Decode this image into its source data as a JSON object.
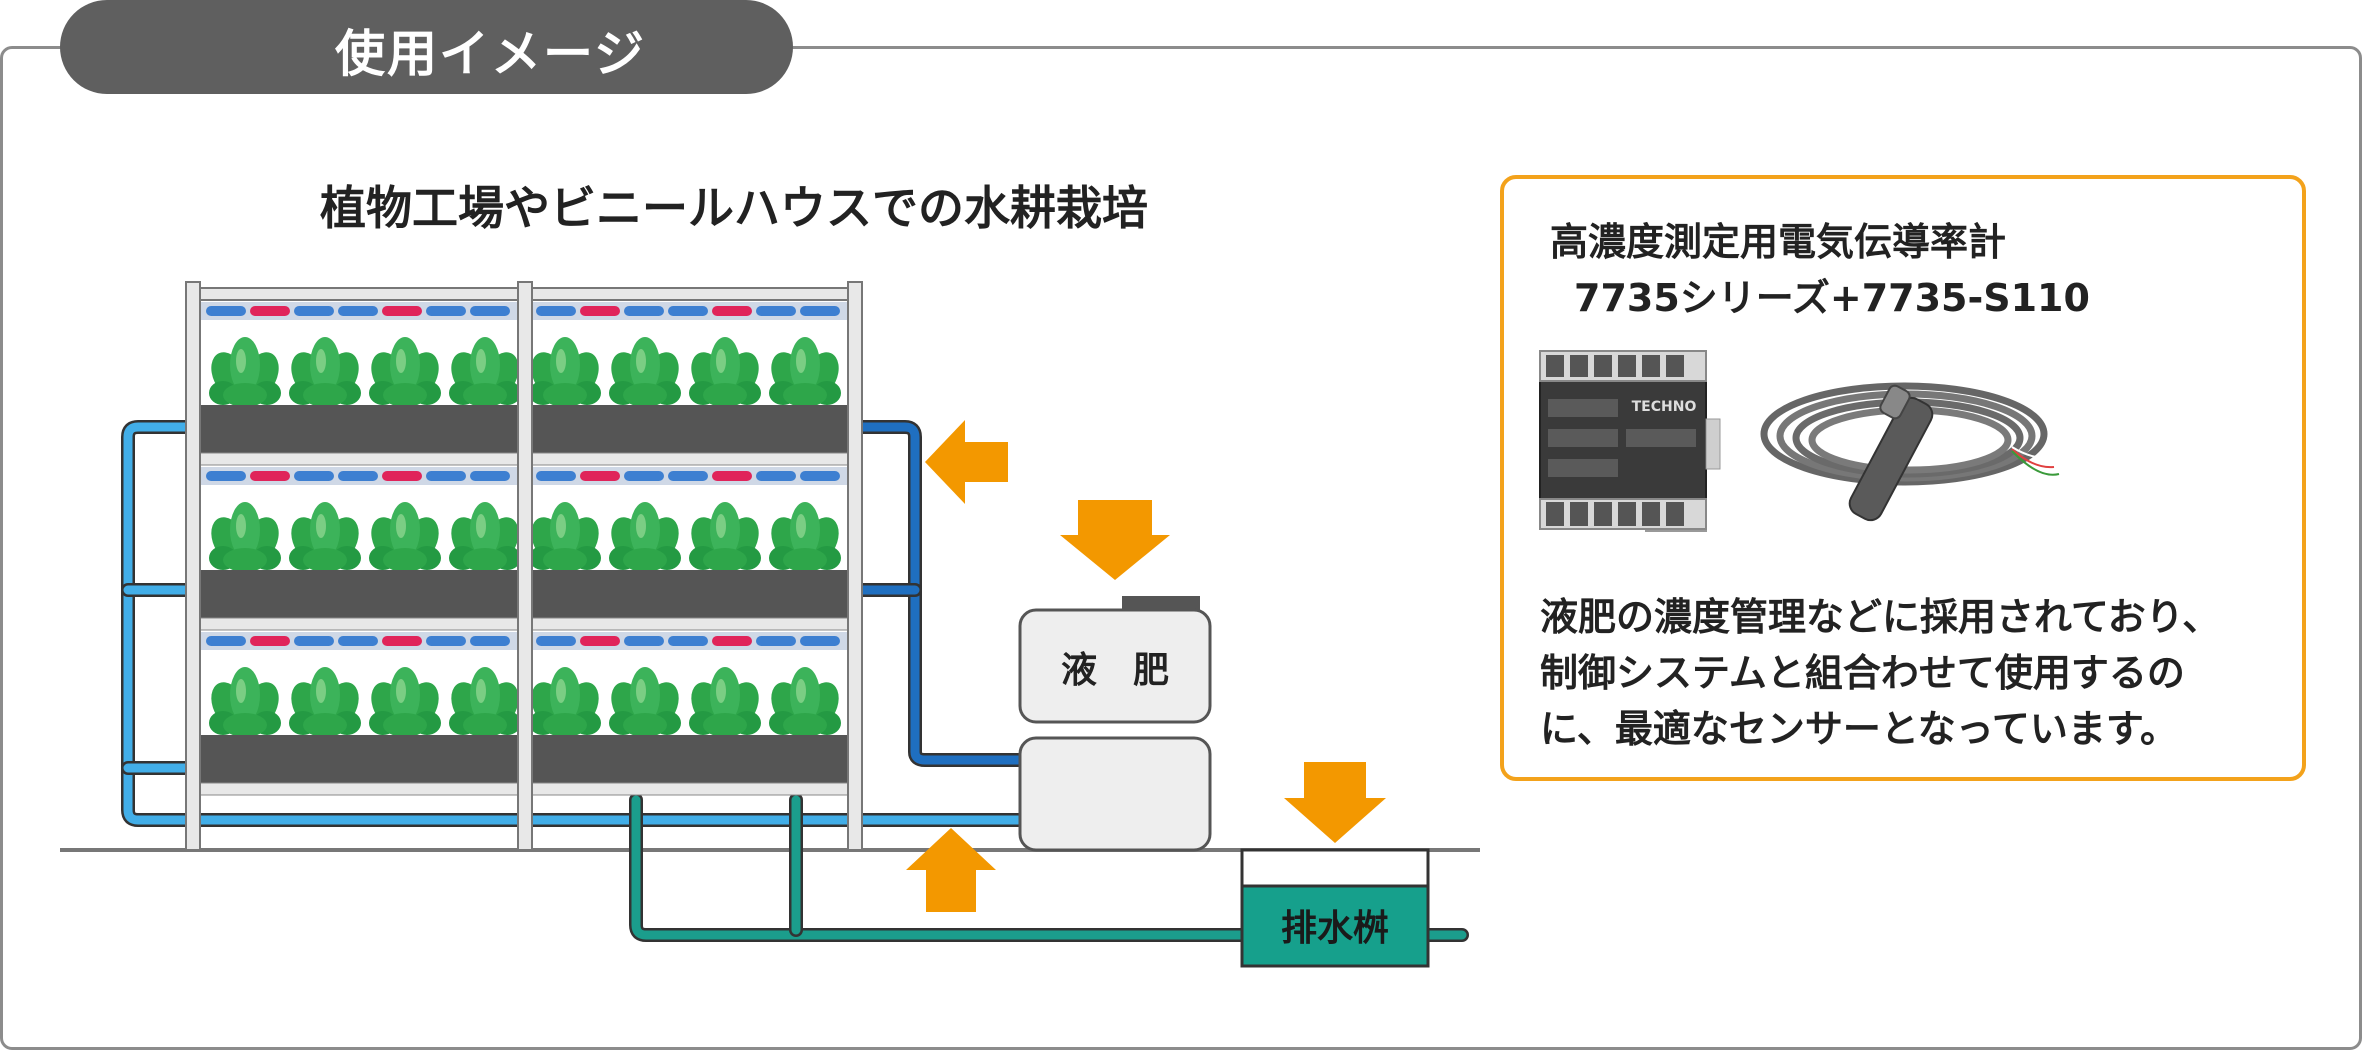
{
  "header": {
    "title": "使用イメージ"
  },
  "diagram": {
    "title": "植物工場やビニールハウスでの水耕栽培",
    "tank_label": "液　肥",
    "drain_label": "排水桝",
    "colors": {
      "pipe_supply": "#42aee8",
      "pipe_return": "#1f6fc0",
      "pipe_drain": "#1b9d8c",
      "arrow": "#f39800",
      "tray": "#555555",
      "led_blue": "#3d7fd1",
      "led_red": "#e0245a",
      "plant": "#2ea64a"
    }
  },
  "product": {
    "name": "高濃度測定用電気伝導率計",
    "model": "7735シリーズ+7735-S110",
    "description": "液肥の濃度管理などに採用されており、\n制御システムと組合わせて使用するの\nに、最適なセンサーとなっています。",
    "meter_brand": "TECHNO",
    "colors": {
      "border": "#f3a21b"
    }
  }
}
